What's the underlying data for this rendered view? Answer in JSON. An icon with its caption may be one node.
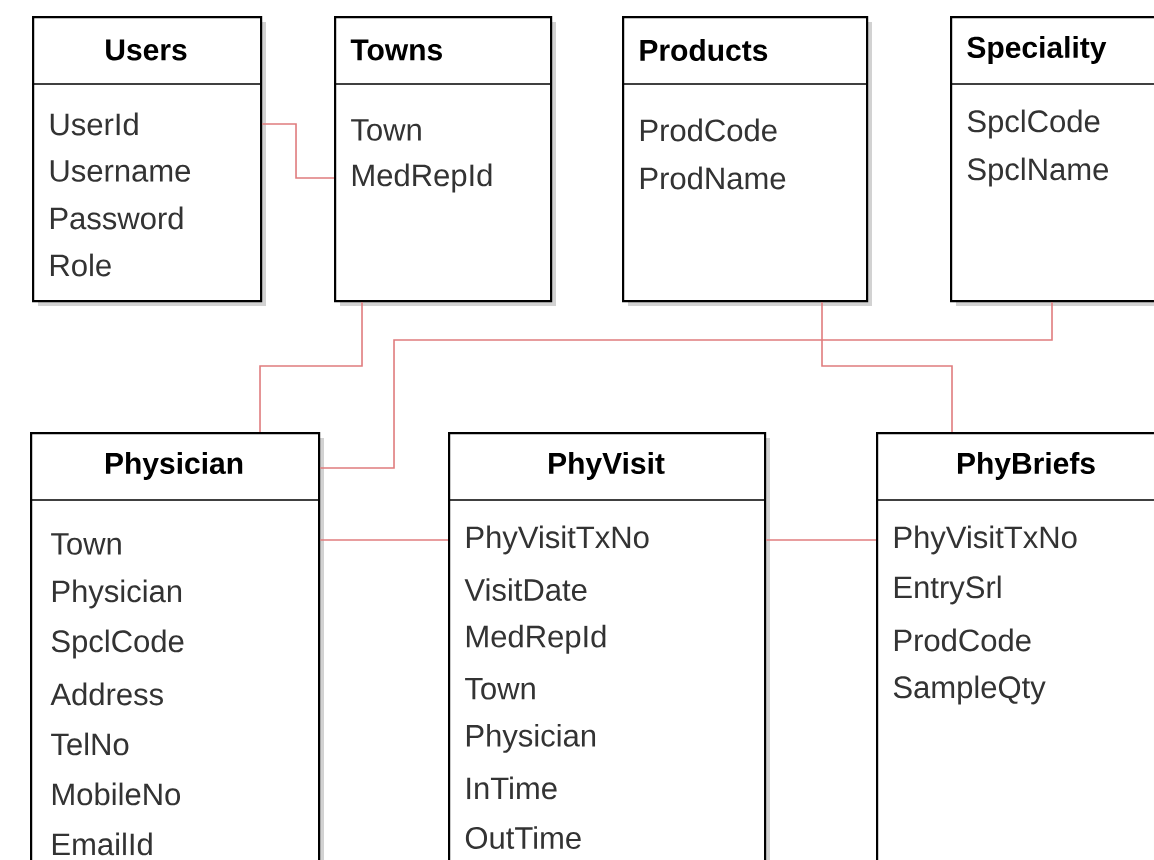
{
  "diagram": {
    "nodes": [
      {
        "text": [
          "Users",
          "UserId",
          "Username",
          "Password",
          "Role"
        ]
      },
      {
        "text": [
          "Towns",
          "Town",
          "MedRepId"
        ]
      },
      {
        "text": [
          "Products",
          "ProdCode",
          "ProdName"
        ]
      },
      {
        "text": [
          "Speciality",
          "SpclCode",
          "SpclName"
        ]
      },
      {
        "text": [
          "Physician",
          "Town",
          "Physician",
          "SpclCode",
          "Address",
          "TelNo",
          "MobileNo",
          "EmailId"
        ]
      },
      {
        "text": [
          "PhyVisit",
          "PhyVisitTxNo",
          "VisitDate",
          "MedRepId",
          "Town",
          "Physician",
          "InTime",
          "OutTime"
        ]
      },
      {
        "text": [
          "PhyBriefs",
          "PhyVisitTxNo",
          "EntrySrl",
          "ProdCode",
          "SampleQty"
        ]
      }
    ],
    "edges": [
      {
        "from": 0,
        "to": 1,
        "arrow": "none"
      },
      {
        "from": 1,
        "to": 4,
        "arrow": "none"
      },
      {
        "from": 3,
        "to": 4,
        "arrow": "none"
      },
      {
        "from": 2,
        "to": 6,
        "arrow": "none"
      },
      {
        "from": 4,
        "to": 5,
        "arrow": "none"
      },
      {
        "from": 5,
        "to": 6,
        "arrow": "none"
      }
    ]
  }
}
